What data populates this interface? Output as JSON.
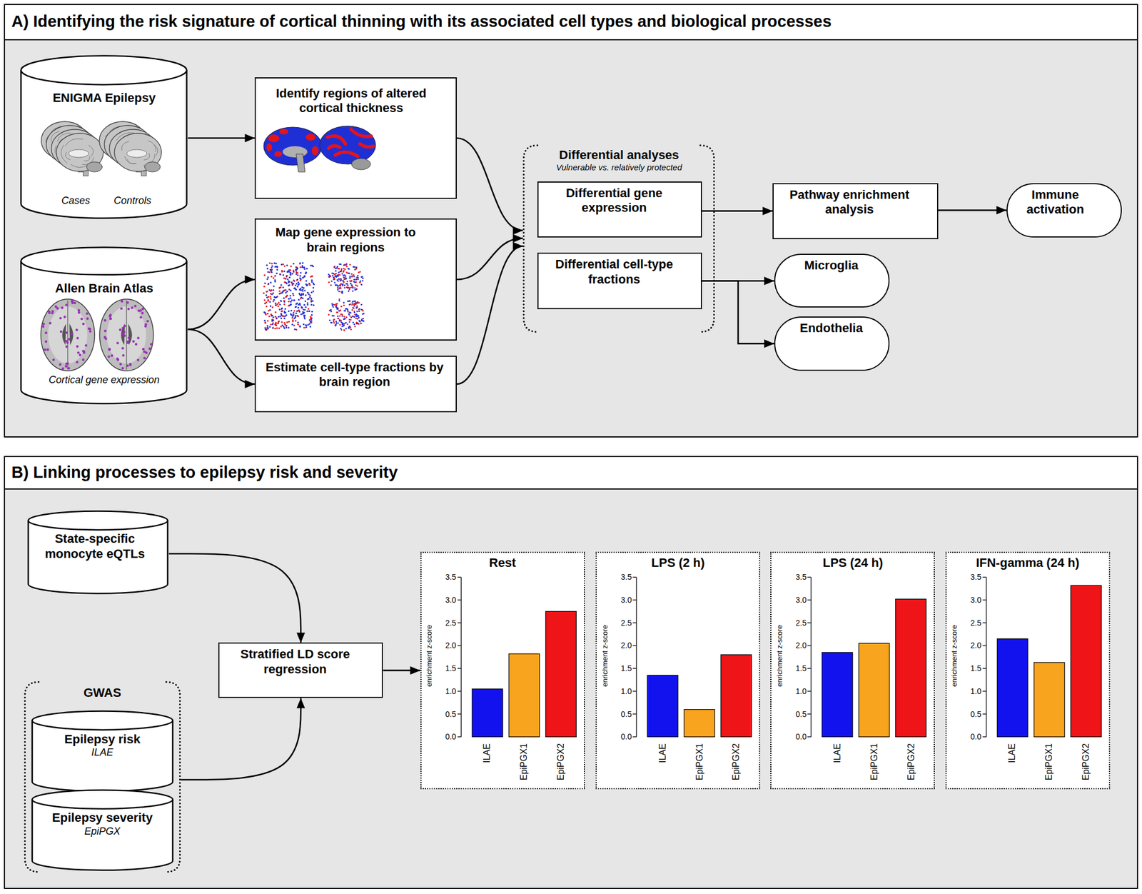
{
  "diagram": {
    "nodes": [
      {
        "text": [
          "A) Identifying the risk signature of cortical thinning with its associated cell types and biological processes"
        ]
      },
      {
        "text": [
          "ENIGMA Epilepsy",
          "Cases",
          "Controls"
        ],
        "in": 0
      },
      {
        "text": [
          "Allen Brain Atlas",
          "Cortical gene expression"
        ],
        "in": 0
      },
      {
        "text": [
          "Identify regions of altered cortical thickness"
        ],
        "in": 0
      },
      {
        "text": [
          "Map gene expression to brain regions"
        ],
        "in": 0
      },
      {
        "text": [
          "Estimate cell-type fractions by brain region"
        ],
        "in": 0
      },
      {
        "text": [
          "Differential analyses",
          "Vulnerable vs. relatively protected"
        ],
        "in": 0
      },
      {
        "text": [
          "Differential gene expression"
        ],
        "in": 6
      },
      {
        "text": [
          "Differential cell-type fractions"
        ],
        "in": 6
      },
      {
        "text": [
          "Pathway enrichment analysis"
        ],
        "in": 0
      },
      {
        "text": [
          "Immune activation"
        ],
        "in": 0
      },
      {
        "text": [
          "Microglia"
        ],
        "in": 0
      },
      {
        "text": [
          "Endothelia"
        ],
        "in": 0
      },
      {
        "text": [
          "B) Linking processes to epilepsy risk and severity"
        ]
      },
      {
        "text": [
          "State-specific monocyte eQTLs"
        ],
        "in": 13
      },
      {
        "text": [
          "GWAS"
        ],
        "in": 13
      },
      {
        "text": [
          "Epilepsy risk",
          "ILAE"
        ],
        "in": 15
      },
      {
        "text": [
          "Epilepsy severity",
          "EpiPGX"
        ],
        "in": 15
      },
      {
        "text": [
          "Stratified LD score regression"
        ],
        "in": 13
      },
      {
        "text": [
          "Rest"
        ],
        "in": 13
      },
      {
        "text": [
          "LPS (2 h)"
        ],
        "in": 13
      },
      {
        "text": [
          "LPS (24 h)"
        ],
        "in": 13
      },
      {
        "text": [
          "IFN-gamma (24 h)"
        ],
        "in": 13
      }
    ],
    "edges": [
      {
        "from": 1,
        "to": 3,
        "arrow": "to"
      },
      {
        "from": 2,
        "to": 4,
        "arrow": "to"
      },
      {
        "from": 2,
        "to": 5,
        "arrow": "to"
      },
      {
        "from": 3,
        "to": 6,
        "arrow": "to"
      },
      {
        "from": 4,
        "to": 6,
        "arrow": "to"
      },
      {
        "from": 5,
        "to": 6,
        "arrow": "to"
      },
      {
        "from": 7,
        "to": 9,
        "arrow": "to"
      },
      {
        "from": 9,
        "to": 10,
        "arrow": "to"
      },
      {
        "from": 8,
        "to": 11,
        "arrow": "to"
      },
      {
        "from": 8,
        "to": 12,
        "arrow": "to"
      },
      {
        "from": 14,
        "to": 18,
        "arrow": "to"
      },
      {
        "from": 15,
        "to": 18,
        "arrow": "to"
      },
      {
        "from": 18,
        "to": 19,
        "arrow": "to"
      }
    ],
    "labels": [
      "0.0",
      "0.5",
      "1.0",
      "1.5",
      "2.0",
      "2.5",
      "3.0",
      "3.5",
      "enrichment z-score",
      "ILAE",
      "EpiPGX1",
      "EpiPGX2",
      "0.0",
      "0.5",
      "1.0",
      "1.5",
      "2.0",
      "2.5",
      "3.0",
      "3.5",
      "enrichment z-score",
      "ILAE",
      "EpiPGX1",
      "EpiPGX2",
      "0.0",
      "0.5",
      "1.0",
      "1.5",
      "2.0",
      "2.5",
      "3.0",
      "3.5",
      "enrichment z-score",
      "ILAE",
      "EpiPGX1",
      "EpiPGX2",
      "0.0",
      "0.5",
      "1.0",
      "1.5",
      "2.0",
      "2.5",
      "3.0",
      "3.5",
      "enrichment z-score",
      "ILAE",
      "EpiPGX1",
      "EpiPGX2"
    ]
  }
}
